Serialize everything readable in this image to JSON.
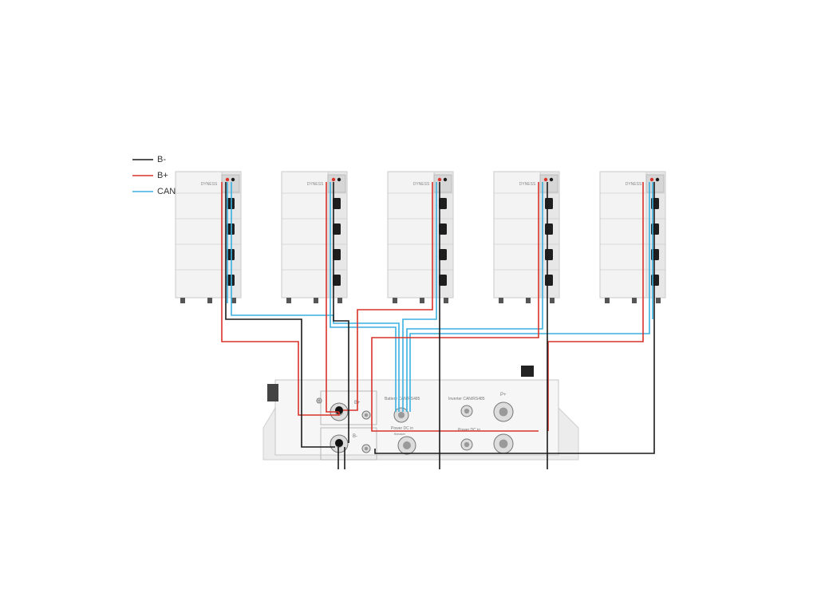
{
  "legend": [
    {
      "label": "B-",
      "color": "#1a1a1a"
    },
    {
      "label": "B+",
      "color": "#d9332b"
    },
    {
      "label": "CAN",
      "color": "#3ab0e0"
    }
  ],
  "battery_stacks": [
    {
      "brand": "DYNESS"
    },
    {
      "brand": "DYNESS"
    },
    {
      "brand": "DYNESS"
    },
    {
      "brand": "DYNESS"
    },
    {
      "brand": "DYNESS"
    }
  ],
  "modules_per_stack": 4,
  "combiner_box": {
    "labels": {
      "bplus": "B+",
      "bminus": "B-",
      "bplus_right": "P+",
      "battery_can": "Battery CAN/RS485",
      "inverter_can": "Inverter CAN/RS485",
      "power_dc_in": "Power DC in",
      "power_dc_in_sub": "Breaker",
      "power_dc_out": "Power DC in"
    }
  },
  "colors": {
    "black_wire": "#1a1a1a",
    "red_wire": "#d9332b",
    "can_wire": "#3ab0e0",
    "cabinet": "#f3f3f3",
    "cabinet_edge": "#c9c9c9",
    "handle": "#1e1e1e"
  }
}
